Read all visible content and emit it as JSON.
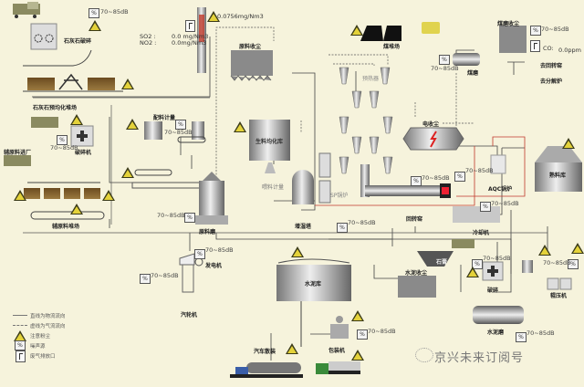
{
  "diagram": {
    "title": "水泥生产工艺流程及环境监测示意图",
    "noise_level": "70~85dB",
    "stack": {
      "dust_reading": "0.0756mg/Nm3",
      "so2_label": "SO2 :",
      "no2_label": "NO2 :",
      "so2_value": "0.0 mg/Nm3",
      "no2_value": "0.0mg/Nm3"
    },
    "co_monitor": {
      "label": "CO:",
      "value": "0.0ppm"
    },
    "labels": {
      "limestone_crusher": "石灰石破碎",
      "limestone_prehomo": "石灰石预均化堆场",
      "aux_material_plant": "辅原料进厂",
      "crusher": "破碎机",
      "aux_material_yard": "辅原料堆场",
      "batching": "配料计量",
      "raw_mill": "原料磨",
      "raw_dust_collector": "原料收尘",
      "raw_homo_silo": "生料均化库",
      "raw_meal_metering": "喂料计量",
      "humidifier_tower": "增湿塔",
      "preheater": "预热器",
      "coal_yard": "煤堆场",
      "coal_dust_collector": "煤磨收尘",
      "coal_mill": "煤磨",
      "to_kiln_head": "去回转窑",
      "to_calciner": "去分解炉",
      "esp": "电收尘",
      "aqc_boiler": "AQC锅炉",
      "rotary_kiln": "回转窑",
      "cooler": "冷却机",
      "sp_boiler": "SP锅炉",
      "clinker_silo": "熟料库",
      "generator": "发电机",
      "steam_turbine": "汽轮机",
      "cement_silo": "水泥库",
      "gypsum": "石膏",
      "cement_dust_collector": "水泥收尘",
      "cement_crusher": "破碎",
      "roller_press": "辊压机",
      "cement_mill": "水泥磨",
      "bulk_loading": "汽车散装",
      "packing_machine": "包装机"
    },
    "legend": [
      {
        "symbol": "solid-line",
        "text": "直线为物流流向"
      },
      {
        "symbol": "dashed-line",
        "text": "虚线为气流流向"
      },
      {
        "symbol": "dust-warning-icon",
        "text": "注意粉尘"
      },
      {
        "symbol": "noise-icon",
        "text": "噪声源"
      },
      {
        "symbol": "sampling-port-icon",
        "text": "废气排放口"
      }
    ],
    "noise_symbol_text": "%",
    "watermark": "京兴未来订阅号"
  }
}
